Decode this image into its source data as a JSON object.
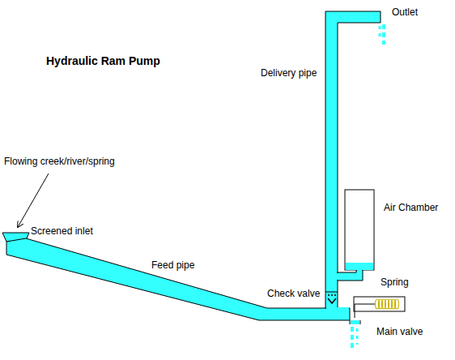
{
  "diagram": {
    "title": "Hydraulic Ram Pump",
    "labels": [
      "Outlet",
      "Delivery pipe",
      "Flowing creek/river/spring",
      "Screened inlet",
      "Air Chamber",
      "Feed pipe",
      "Spring",
      "Check valve",
      "Main valve"
    ]
  }
}
